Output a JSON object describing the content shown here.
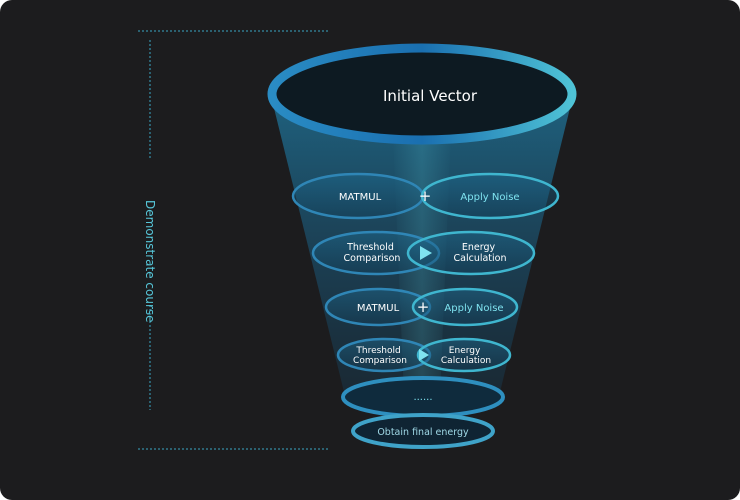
{
  "side_label": "Demonstrate course",
  "funnel": {
    "top_label": "Initial Vector",
    "stages": [
      {
        "left": "MATMUL",
        "operator": "plus",
        "right": "Apply Noise"
      },
      {
        "left": [
          "Threshold",
          "Comparison"
        ],
        "operator": "play",
        "right": [
          "Energy",
          "Calculation"
        ]
      },
      {
        "left": "MATMUL",
        "operator": "plus",
        "right": "Apply Noise"
      },
      {
        "left": [
          "Threshold",
          "Comparison"
        ],
        "operator": "play",
        "right": [
          "Energy",
          "Calculation"
        ]
      }
    ],
    "ellipsis": "......",
    "bottom_label": "Obtain final energy"
  },
  "colors": {
    "background": "#1c1c1e",
    "ring_light": "#4fc3d6",
    "ring_dark": "#1a6fb0",
    "text_bright": "#ffffff",
    "text_cyan": "#7fe3f0",
    "dotted_line": "#3aa6c4"
  }
}
